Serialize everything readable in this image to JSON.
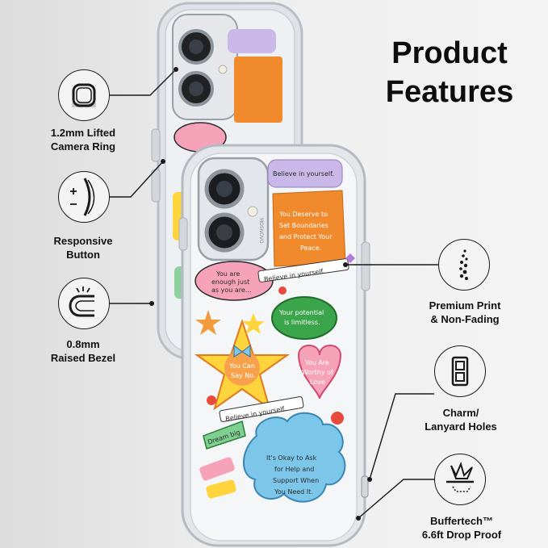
{
  "title": {
    "line1": "Product",
    "line2": "Features"
  },
  "features_left": [
    {
      "icon": "camera-ring-icon",
      "line1": "1.2mm Lifted",
      "line2": "Camera Ring"
    },
    {
      "icon": "responsive-button-icon",
      "line1": "Responsive",
      "line2": "Button"
    },
    {
      "icon": "raised-bezel-icon",
      "line1": "0.8mm",
      "line2": "Raised Bezel"
    }
  ],
  "features_right": [
    {
      "icon": "print-icon",
      "line1": "Premium Print",
      "line2": "& Non-Fading"
    },
    {
      "icon": "lanyard-holes-icon",
      "line1": "Charm/",
      "line2": "Lanyard Holes"
    },
    {
      "icon": "drop-proof-icon",
      "line1": "Buffertech™",
      "line2": "6.6ft Drop Proof"
    }
  ],
  "stickers": {
    "believe": "Believe in yourself.",
    "boundaries": [
      "You Deserve to",
      "Set Boundaries",
      "and Protect Your",
      "Peace."
    ],
    "enough": [
      "You are",
      "enough just",
      "as you are..."
    ],
    "potential": [
      "Your potential",
      "is limitless."
    ],
    "worthy": [
      "You Are",
      "Worthy of",
      "Love"
    ],
    "say_no": [
      "You Can",
      "Say No."
    ],
    "dream": "Dream big",
    "okay": [
      "It's Okay to Ask",
      "for Help and",
      "Support When",
      "You Need It."
    ],
    "brand": "MOSNOVO"
  },
  "colors": {
    "accent_orange": "#f08a2c",
    "lilac": "#c9b8e8",
    "pink": "#f6a2b8",
    "green": "#3aa54a",
    "sky": "#7cc6ea",
    "yellow": "#ffd43c"
  }
}
